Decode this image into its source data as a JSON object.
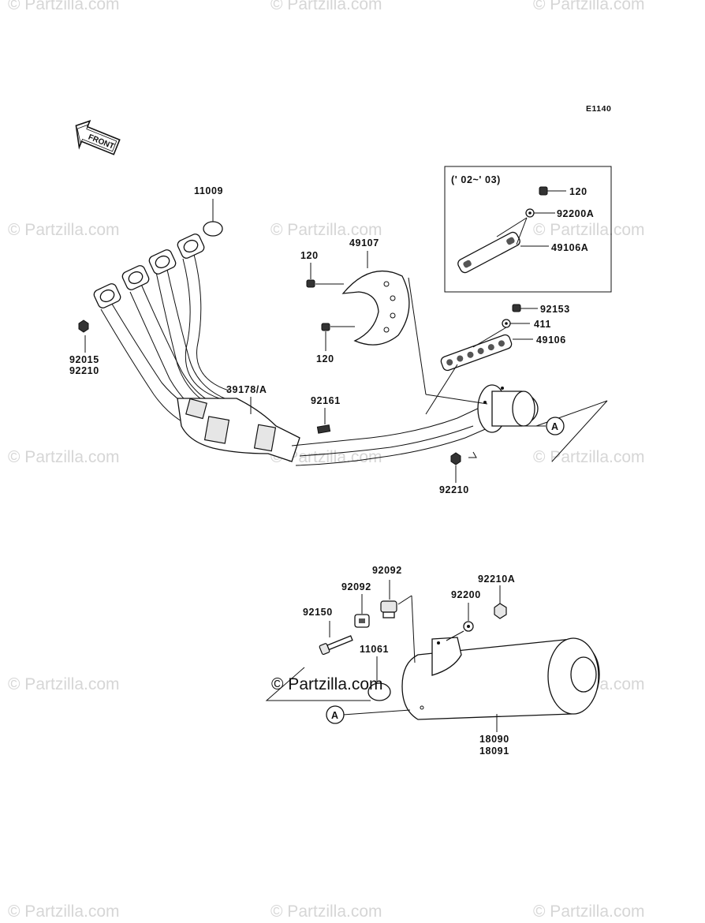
{
  "diagram_code": "E1140",
  "front_label": "FRONT",
  "inset_label": "(' 02~' 03)",
  "ref_marker": "A",
  "watermark_text": "© Partzilla.com",
  "center_watermark": "© Partzilla.com",
  "parts": {
    "p11009": "11009",
    "p49107": "49107",
    "p120_top": "120",
    "p120_bottom": "120",
    "p92015": "92015",
    "p92210_a": "92210",
    "p39178": "39178/A",
    "p92161": "92161",
    "p92210_b": "92210",
    "p120_inset": "120",
    "p92200a": "92200A",
    "p49106a": "49106A",
    "p92153": "92153",
    "p411": "411",
    "p49106": "49106",
    "p92092_top": "92092",
    "p92092_left": "92092",
    "p92210a": "92210A",
    "p92200": "92200",
    "p92150": "92150",
    "p11061": "11061",
    "p18090": "18090",
    "p18091": "18091"
  },
  "colors": {
    "line": "#111111",
    "watermark": "#d6d6d6",
    "background": "#ffffff"
  }
}
